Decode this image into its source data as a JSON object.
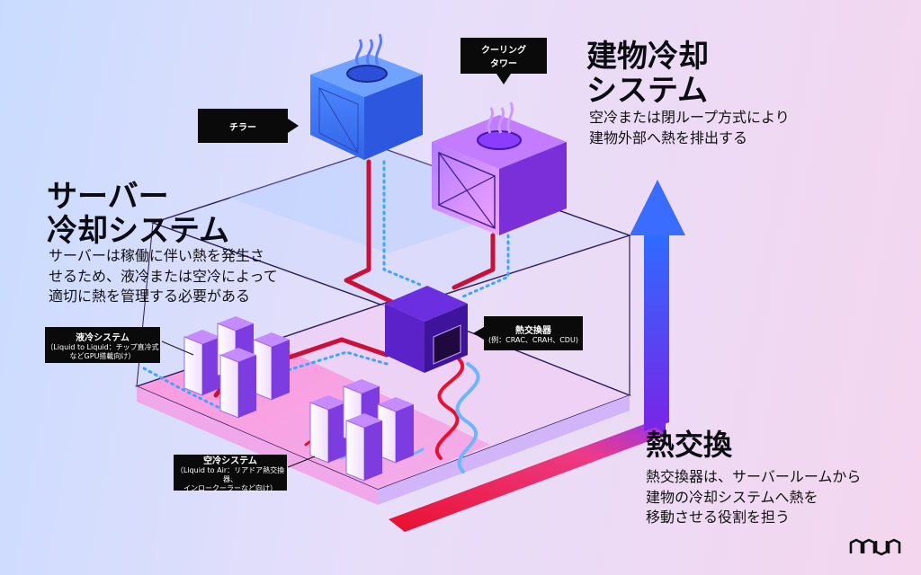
{
  "building": {
    "title_line1": "建物冷却",
    "title_line2": "システム",
    "desc_line1": "空冷または閉ループ方式により",
    "desc_line2": "建物外部へ熱を排出する"
  },
  "server": {
    "title_line1": "サーバー",
    "title_line2": "冷却システム",
    "desc_line1": "サーバーは稼働に伴い熱を発生さ",
    "desc_line2": "せるため、液冷または空冷によって",
    "desc_line3": "適切に熱を管理する必要がある"
  },
  "exchange": {
    "title": "熱交換",
    "desc_line1": "熱交換器は、サーバールームから",
    "desc_line2": "建物の冷却システムへ熱を",
    "desc_line3": "移動させる役割を担う"
  },
  "labels": {
    "chiller": "チラー",
    "cooling_tower_line1": "クーリング",
    "cooling_tower_line2": "タワー",
    "heat_exchanger": "熱交換器",
    "heat_exchanger_sub": "(例：CRAC、CRAH、CDU)",
    "liquid": "液冷システム",
    "liquid_sub1": "（Liquid to Liquid：チップ直冷式",
    "liquid_sub2": "などGPU搭載向け）",
    "air": "空冷システム",
    "air_sub1": "（Liquid to Air：リアドア熱交換器、",
    "air_sub2": "インロークーラーなど向け）"
  },
  "colors": {
    "red": "#e8102e",
    "blue_arrow": "#2f5cff",
    "purple": "#5b22d8",
    "cyan_dots": "#48b6ff"
  },
  "icons": {
    "logo": "equinix-logo-icon",
    "heat": "heat-waves-icon",
    "fan": "fan-ring-icon"
  }
}
